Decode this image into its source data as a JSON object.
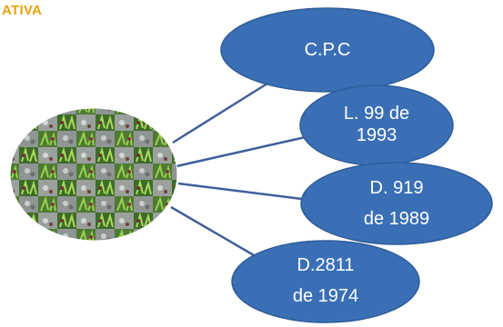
{
  "header": {
    "title": "ATIVA"
  },
  "diagram": {
    "center_image": "nature-collage-image",
    "nodes": [
      {
        "line1": "C.P.C",
        "line2": ""
      },
      {
        "line1": "L. 99 de",
        "line2": "1993"
      },
      {
        "line1": "D. 919",
        "line2": "de 1989"
      },
      {
        "line1": "D.2811",
        "line2": "de 1974"
      }
    ],
    "colors": {
      "node_fill": "#3a6fb6",
      "node_stroke": "#2f5d99",
      "connector": "#3f5f9a",
      "heading": "#e8a10c"
    }
  }
}
